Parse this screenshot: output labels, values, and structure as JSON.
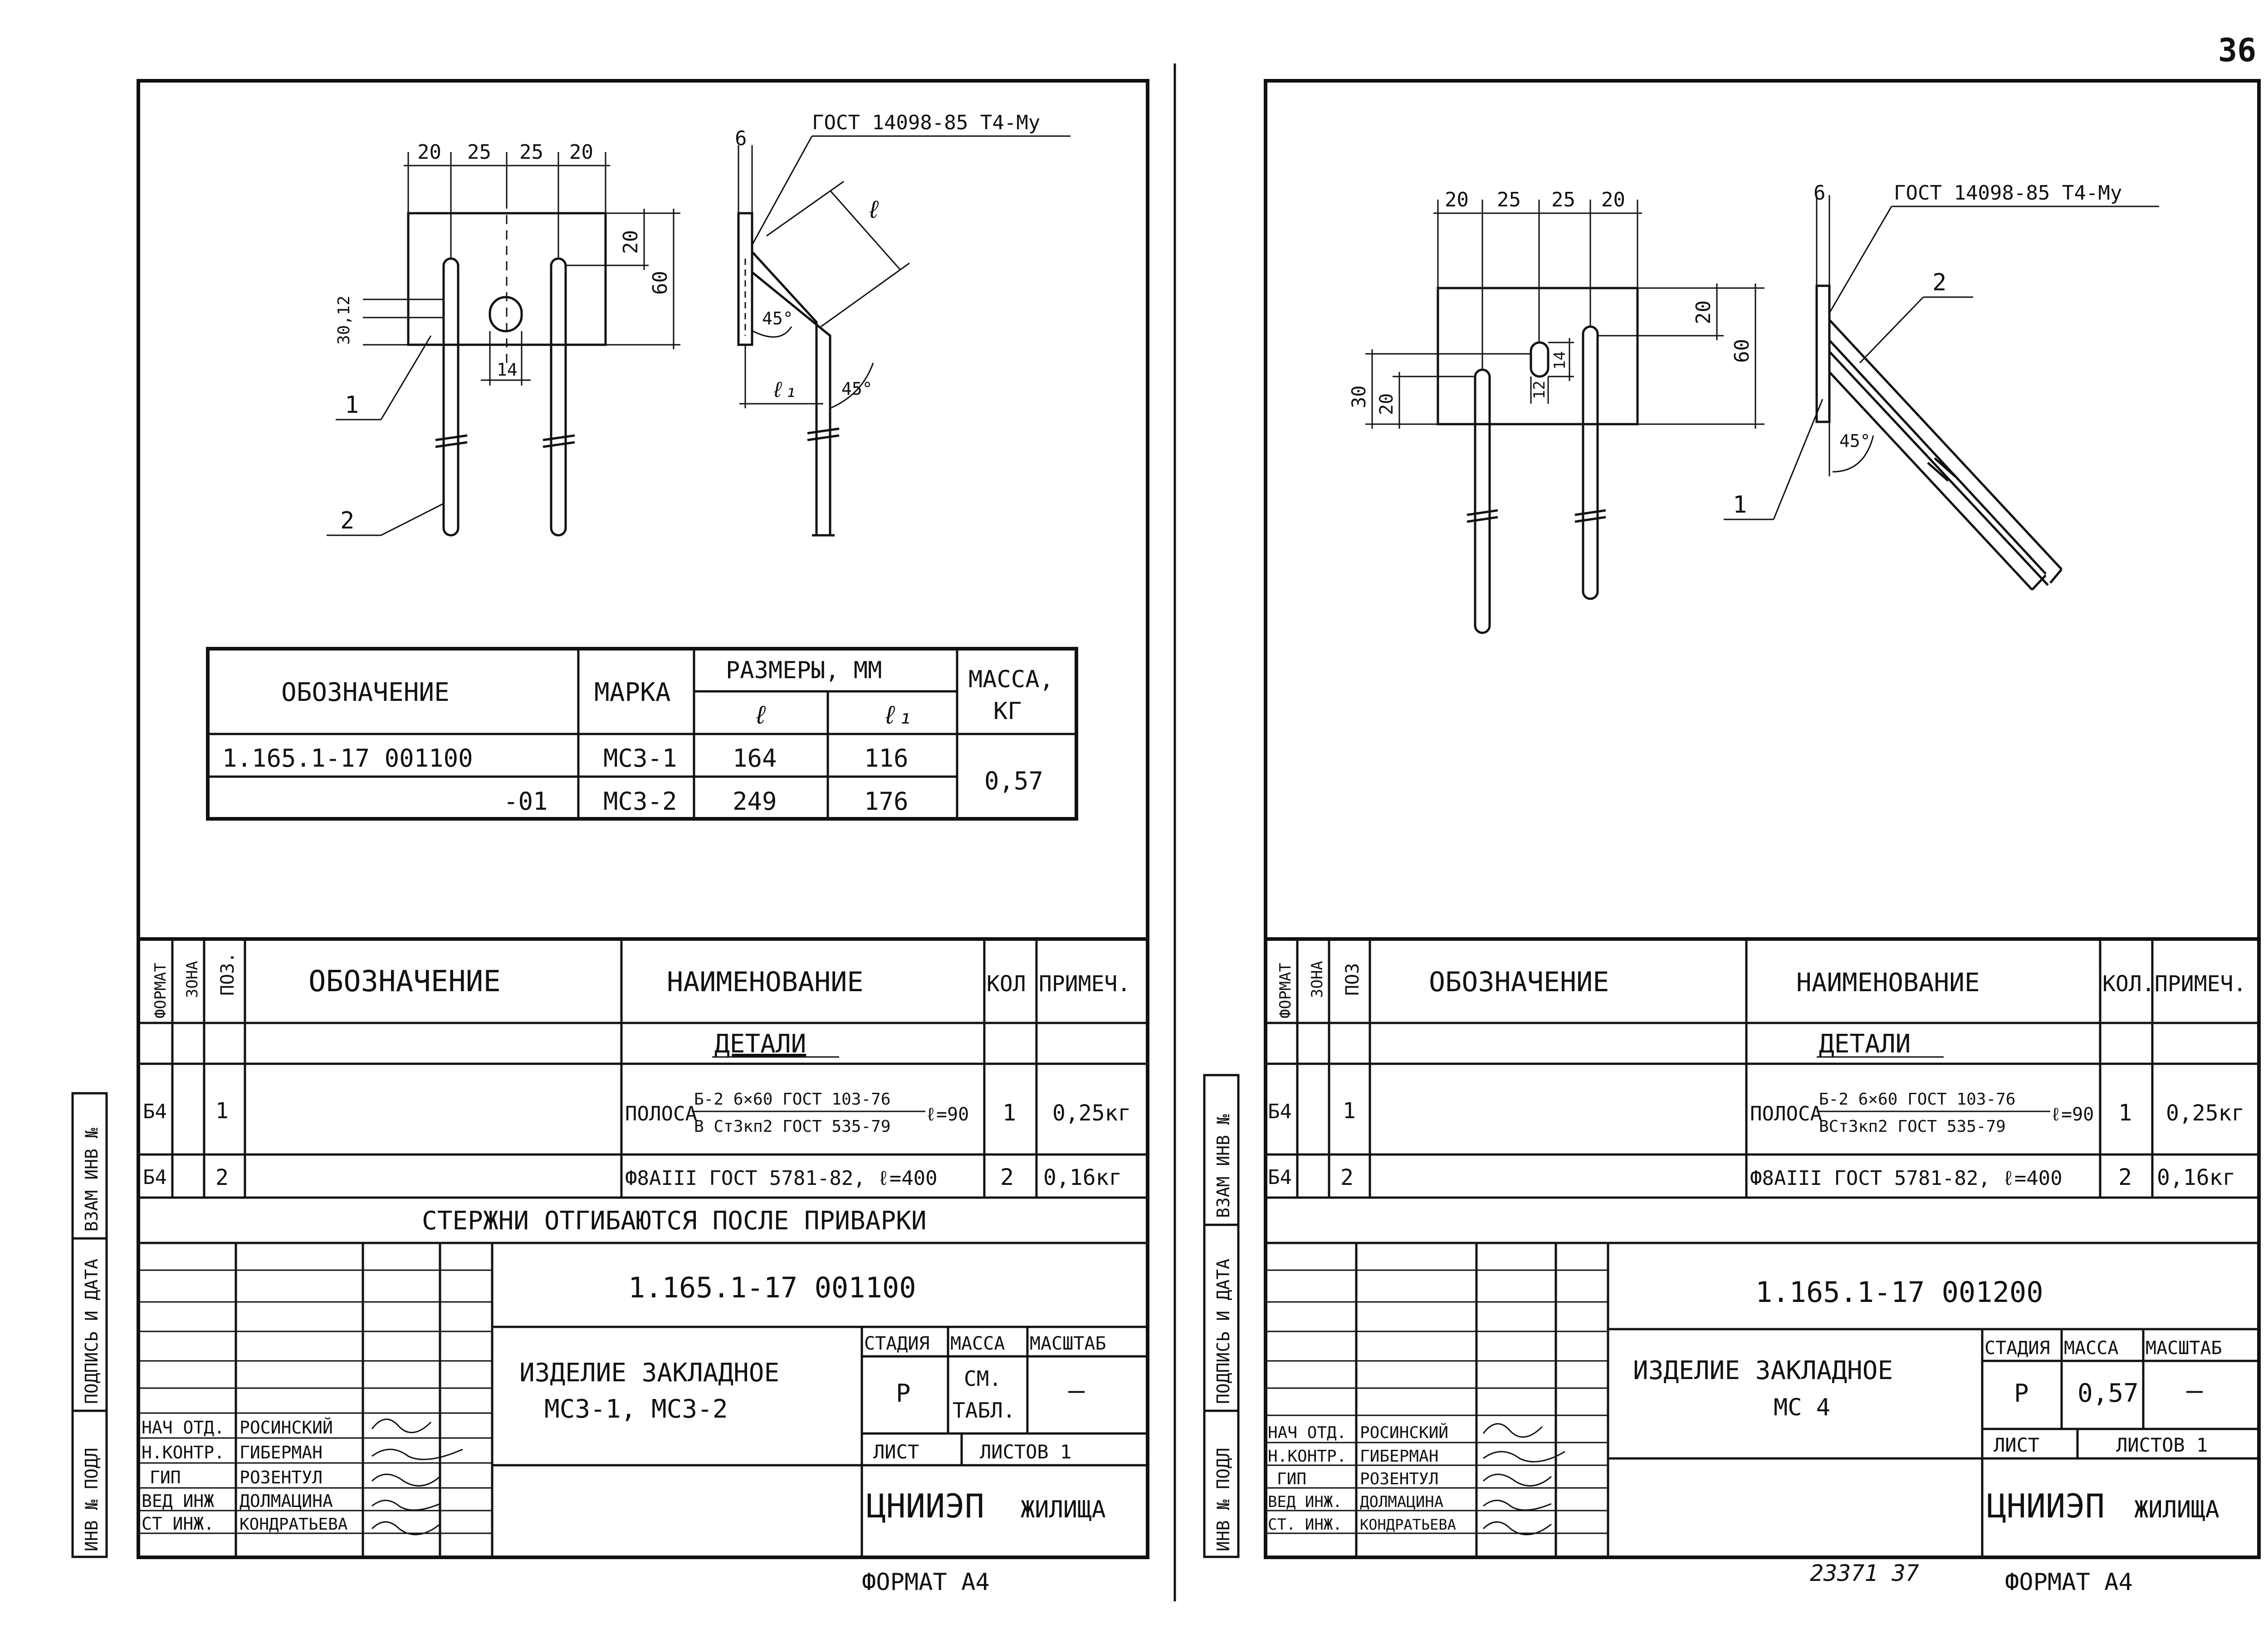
{
  "page_number": "36",
  "left": {
    "gost_weld": "ГОСТ 14098-85 Т4-Му",
    "dims_top": [
      "20",
      "25",
      "25",
      "20"
    ],
    "dim_20": "20",
    "dim_60": "60",
    "dim_30_12": "30,12",
    "dim_14": "14",
    "dim_6": "6",
    "dim_l": "ℓ",
    "dim_l1": "ℓ₁",
    "angle_a": "45°",
    "angle_b": "45°",
    "pos_1": "1",
    "pos_2": "2",
    "table": {
      "h_designation": "ОБОЗНАЧЕНИЕ",
      "h_mark": "МАРКА",
      "h_sizes": "РАЗМЕРЫ, ММ",
      "h_l": "ℓ",
      "h_l1": "ℓ₁",
      "h_mass": "МАССА,",
      "h_mass_unit": "КГ",
      "rows": [
        {
          "designation": "1.165.1-17 001100",
          "mark": "МСЗ-1",
          "l": "164",
          "l1": "116"
        },
        {
          "designation": "-01",
          "mark": "МСЗ-2",
          "l": "249",
          "l1": "176"
        }
      ],
      "mass": "0,57"
    },
    "spec": {
      "h_format": "ФОРМАТ",
      "h_zone": "ЗОНА",
      "h_pos": "ПОЗ.",
      "h_designation": "ОБОЗНАЧЕНИЕ",
      "h_name": "НАИМЕНОВАНИЕ",
      "h_qty": "КОЛ",
      "h_note": "ПРИМЕЧ.",
      "section": "ДЕТАЛИ",
      "rows": [
        {
          "format": "Б4",
          "pos": "1",
          "name_prefix": "ПОЛОСА",
          "frac_top": "Б-2 6×60 ГОСТ 103-76",
          "frac_bottom": "В Ст3кп2 ГОСТ 535-79",
          "name_suffix": "ℓ=90",
          "qty": "1",
          "note": "0,25кг"
        },
        {
          "format": "Б4",
          "pos": "2",
          "name": "Ф8АIII ГОСТ 5781-82, ℓ=400",
          "qty": "2",
          "note": "0,16кг"
        }
      ],
      "remark": "СТЕРЖНИ ОТГИБАЮТСЯ ПОСЛЕ ПРИВАРКИ"
    },
    "title_block": {
      "code": "1.165.1-17   001100",
      "title_1": "ИЗДЕЛИЕ ЗАКЛАДНОЕ",
      "title_2": "МСЗ-1, МСЗ-2",
      "h_stage": "СТАДИЯ",
      "h_mass": "МАССА",
      "h_scale": "МАСШТАБ",
      "stage": "Р",
      "mass_1": "СМ.",
      "mass_2": "ТАБЛ.",
      "scale": "—",
      "sheet": "ЛИСТ",
      "sheets": "ЛИСТОВ 1",
      "org_1": "ЦНИИЭП",
      "org_2": "ЖИЛИЩА",
      "staff": [
        {
          "role": "НАЧ ОТД.",
          "name": "РОСИНСКИЙ"
        },
        {
          "role": "Н.КОНТР.",
          "name": "ГИБЕРМАН"
        },
        {
          "role": "ГИП",
          "name": "РОЗЕНТУЛ"
        },
        {
          "role": "ВЕД ИНЖ",
          "name": "ДОЛМАЦИНА"
        },
        {
          "role": "СТ ИНЖ.",
          "name": "КОНДРАТЬЕВА"
        }
      ]
    },
    "side_labels": [
      "ИНВ № ПОДЛ",
      "ПОДПИСЬ И ДАТА",
      "ВЗАМ ИНВ №"
    ],
    "format": "ФОРМАТ   А4"
  },
  "right": {
    "gost_weld": "ГОСТ 14098-85 Т4-Му",
    "dims_top": [
      "20",
      "25",
      "25",
      "20"
    ],
    "dim_20": "20",
    "dim_60": "60",
    "dim_30": "30",
    "dim_20b": "20",
    "dim_12": "12",
    "dim_14": "14",
    "dim_6": "6",
    "angle": "45°",
    "pos_1": "1",
    "pos_2": "2",
    "spec": {
      "h_format": "ФОРМАТ",
      "h_zone": "ЗОНА",
      "h_pos": "ПОЗ",
      "h_designation": "ОБОЗНАЧЕНИЕ",
      "h_name": "НАИМЕНОВАНИЕ",
      "h_qty": "КОЛ.",
      "h_note": "ПРИМЕЧ.",
      "section": "ДЕТАЛИ",
      "rows": [
        {
          "format": "Б4",
          "pos": "1",
          "name_prefix": "ПОЛОСА",
          "frac_top": "Б-2 6×60 ГОСТ 103-76",
          "frac_bottom": "ВСт3кп2 ГОСТ 535-79",
          "name_suffix": "ℓ=90",
          "qty": "1",
          "note": "0,25кг"
        },
        {
          "format": "Б4",
          "pos": "2",
          "name": "Ф8АIII ГОСТ 5781-82, ℓ=400",
          "qty": "2",
          "note": "0,16кг"
        }
      ]
    },
    "title_block": {
      "code": "1.165.1-17   001200",
      "title_1": "ИЗДЕЛИЕ ЗАКЛАДНОЕ",
      "title_2": "МС 4",
      "h_stage": "СТАДИЯ",
      "h_mass": "МАССА",
      "h_scale": "МАСШТАБ",
      "stage": "Р",
      "mass": "0,57",
      "scale": "—",
      "sheet": "ЛИСТ",
      "sheets": "ЛИСТОВ 1",
      "org_1": "ЦНИИЭП",
      "org_2": "ЖИЛИЩА",
      "staff": [
        {
          "role": "НАЧ ОТД.",
          "name": "РОСИНСКИЙ"
        },
        {
          "role": "Н.КОНТР.",
          "name": "ГИБЕРМАН"
        },
        {
          "role": "ГИП",
          "name": "РОЗЕНТУЛ"
        },
        {
          "role": "ВЕД ИНЖ.",
          "name": "ДОЛМАЦИНА"
        },
        {
          "role": "СТ. ИНЖ.",
          "name": "КОНДРАТЬЕВА"
        }
      ]
    },
    "side_labels": [
      "ИНВ № ПОДЛ",
      "ПОДПИСЬ И ДАТА",
      "ВЗАМ ИНВ №"
    ],
    "stamp_number": "23371   37",
    "format": "ФОРМАТ А4"
  }
}
